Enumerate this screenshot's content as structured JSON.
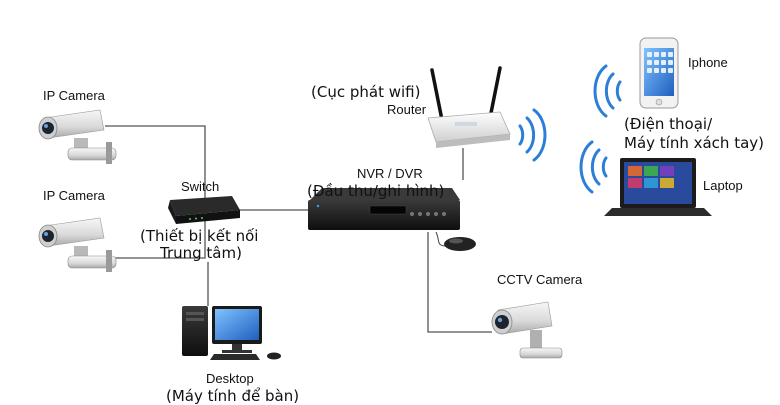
{
  "labels": {
    "ip_camera_1": "IP Camera",
    "ip_camera_2": "IP Camera",
    "switch": "Switch",
    "switch_desc_line1": "(Thiết bị kết nối",
    "switch_desc_line2": "Trung tâm)",
    "router_desc": "(Cục phát wifi)",
    "router": "Router",
    "nvr": "NVR / DVR",
    "nvr_desc": "(Đầu thu/ghi hình)",
    "iphone": "Iphone",
    "mobile_desc_line1": "(Điện thoại/",
    "mobile_desc_line2": "Máy tính xách tay)",
    "laptop": "Laptop",
    "cctv_camera": "CCTV Camera",
    "desktop": "Desktop",
    "desktop_desc": "(Máy tính để bàn)"
  },
  "icons": [
    "ip-camera-icon",
    "switch-icon",
    "router-icon",
    "nvr-icon",
    "mouse-icon",
    "iphone-icon",
    "laptop-icon",
    "cctv-camera-icon",
    "desktop-icon",
    "wifi-signal-icon"
  ],
  "colors": {
    "wifi": "#2b7fd6",
    "cable": "#555555",
    "device_dark": "#1d1d1d"
  }
}
